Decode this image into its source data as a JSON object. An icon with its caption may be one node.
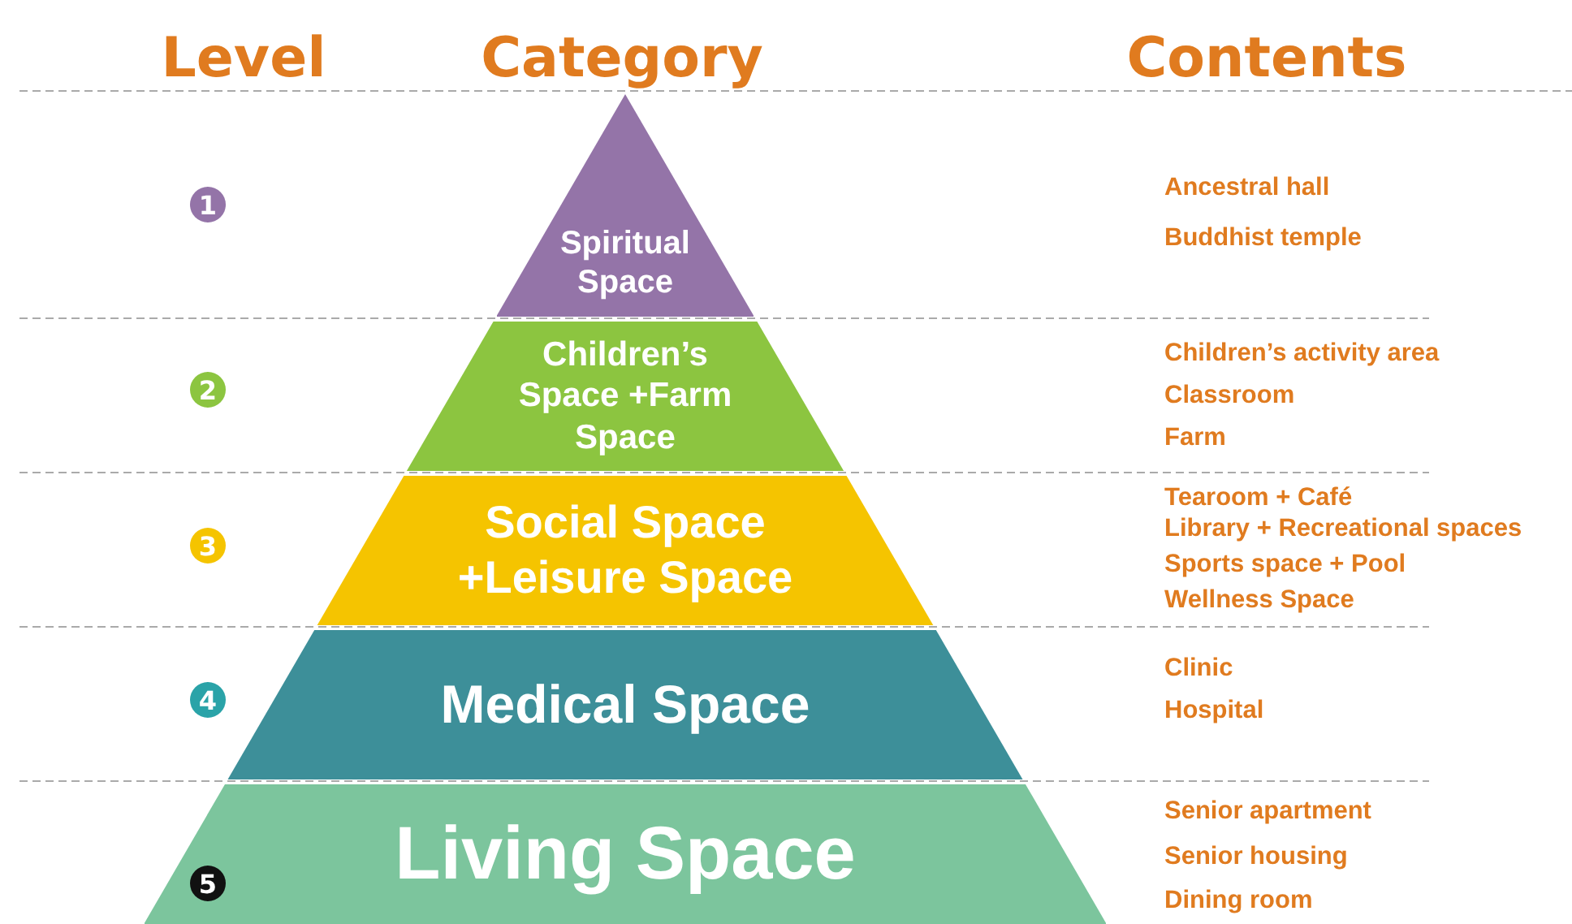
{
  "diagram": {
    "nodes": [
      {
        "text": [
          "Spiritual Space"
        ]
      },
      {
        "text": [
          "Children’s Space +Farm Space"
        ]
      },
      {
        "text": [
          "Social Space +Leisure Space"
        ]
      },
      {
        "text": [
          "Medical Space"
        ]
      },
      {
        "text": [
          "Living Space"
        ]
      }
    ],
    "labels": [
      "Level",
      "Category",
      "Contents",
      "1",
      "Ancestral hall",
      "Buddhist temple",
      "2",
      "Children’s activity area",
      "Classroom",
      "Farm",
      "3",
      "Tearoom + Café",
      "Library + Recreational spaces",
      "Sports space + Pool",
      "Wellness Space",
      "4",
      "Clinic",
      "Hospital",
      "5",
      "Senior apartment",
      "Senior housing",
      "Dining room"
    ]
  }
}
